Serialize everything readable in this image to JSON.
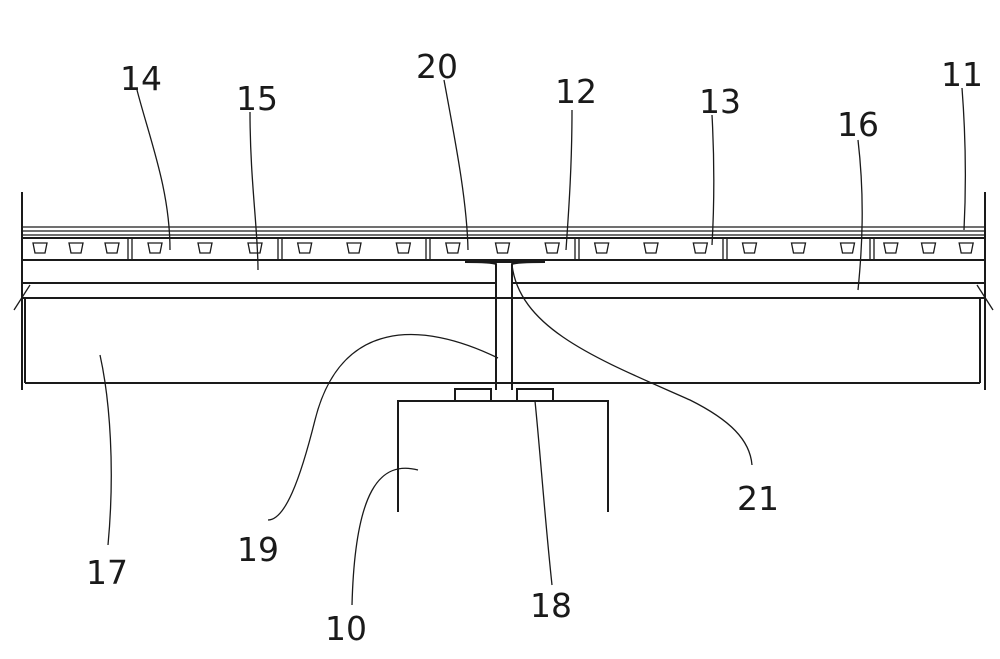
{
  "labels": {
    "l10": "10",
    "l11": "11",
    "l12": "12",
    "l13": "13",
    "l14": "14",
    "l15": "15",
    "l16": "16",
    "l17": "17",
    "l18": "18",
    "l19": "19",
    "l20": "20",
    "l21": "21"
  },
  "colors": {
    "line": "#1a1a1a",
    "background": "#ffffff"
  }
}
